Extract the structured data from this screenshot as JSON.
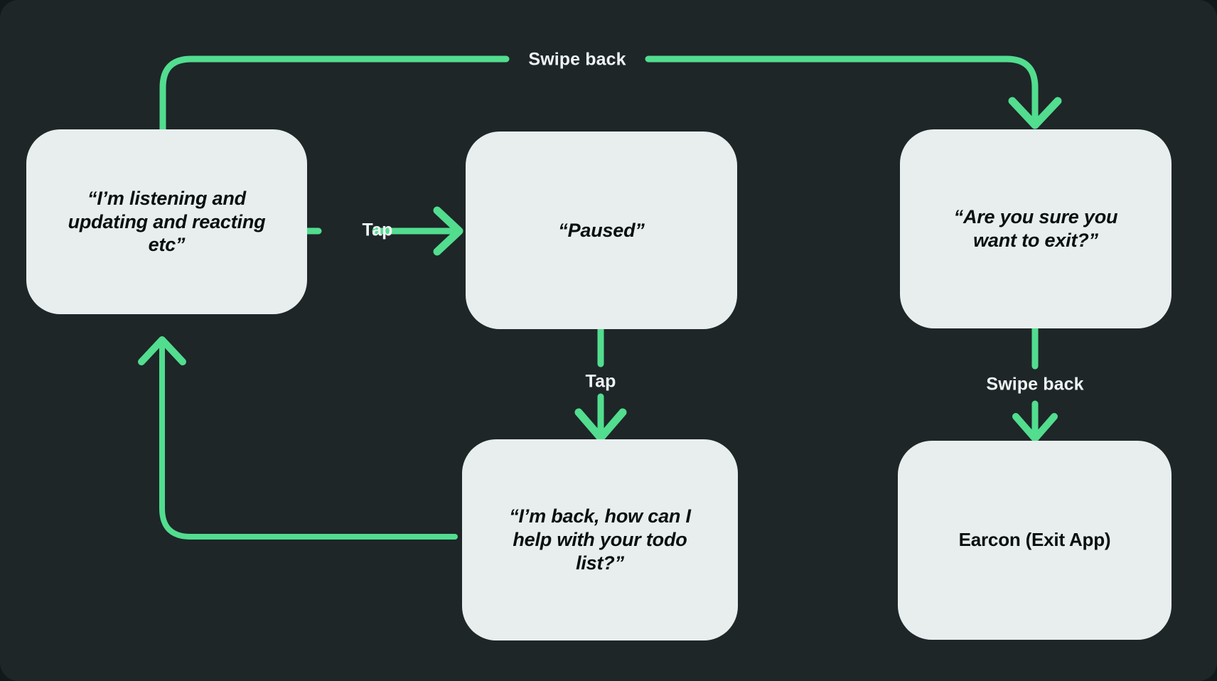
{
  "diagram": {
    "title": "Voice assistant pause and exit flow",
    "background_color": "#1e2628",
    "node_color": "#e7eeed",
    "node_text_color": "#07100f",
    "connector_color": "#52dd8f",
    "label_color": "#eef3f3"
  },
  "nodes": [
    {
      "id": "listening",
      "label": "“I’m listening and\nupdating and reacting\netc”",
      "style": "italic"
    },
    {
      "id": "paused",
      "label": "“Paused”",
      "style": "italic"
    },
    {
      "id": "confirm-exit",
      "label": "“Are you sure you\nwant to exit?”",
      "style": "italic"
    },
    {
      "id": "back-help",
      "label": "“I’m back, how can I\nhelp with your todo\nlist?”",
      "style": "italic"
    },
    {
      "id": "earcon",
      "label": "Earcon (Exit App)",
      "style": "plain"
    }
  ],
  "edges": [
    {
      "id": "listening-to-confirm",
      "label": "Swipe back",
      "from": "listening",
      "to": "confirm-exit"
    },
    {
      "id": "listening-to-paused",
      "label": "Tap",
      "from": "listening",
      "to": "paused"
    },
    {
      "id": "paused-to-back",
      "label": "Tap",
      "from": "paused",
      "to": "back-help"
    },
    {
      "id": "confirm-to-earcon",
      "label": "Swipe back",
      "from": "confirm-exit",
      "to": "earcon"
    },
    {
      "id": "back-to-listening",
      "label": "",
      "from": "back-help",
      "to": "listening"
    }
  ]
}
